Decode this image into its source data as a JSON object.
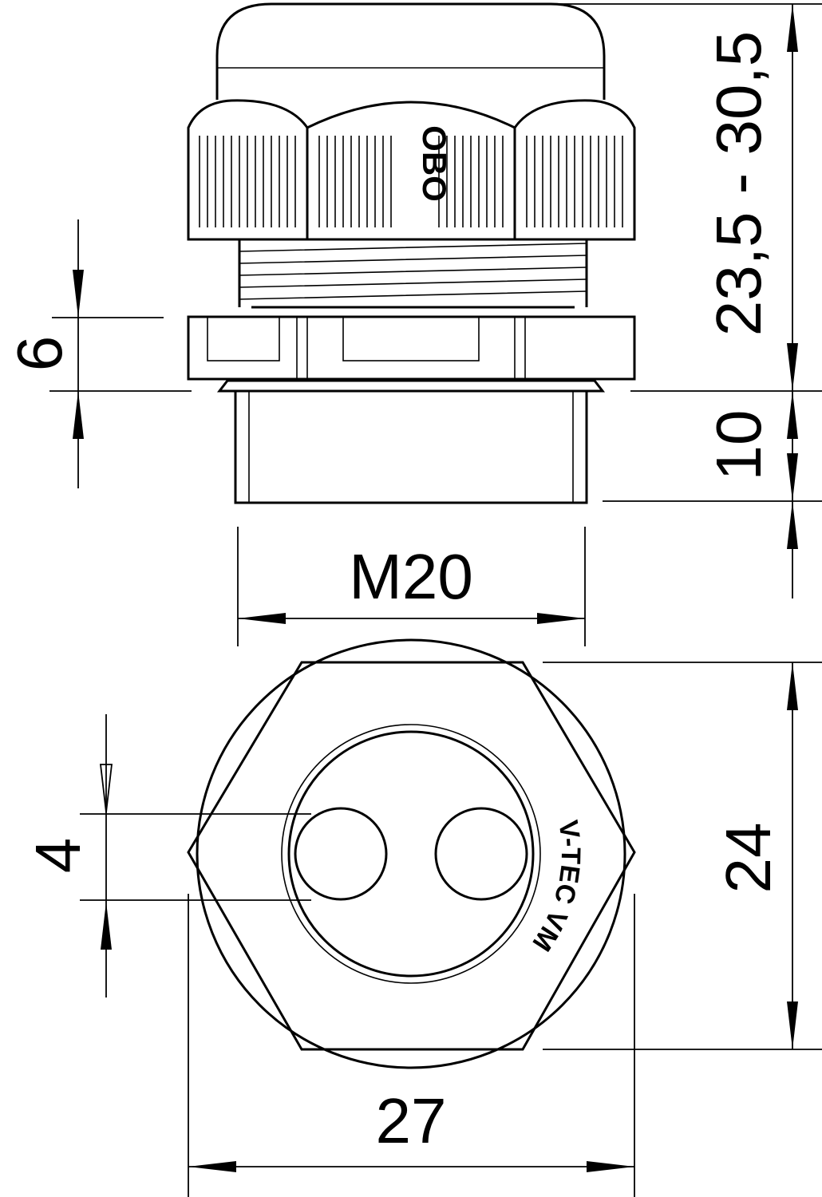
{
  "drawing": {
    "side_view": {
      "height_range_label": "23,5 - 30,5",
      "thread_length_label": "10",
      "flange_height_label": "6",
      "thread_label": "M20",
      "cap_brand": "OBO"
    },
    "bottom_view": {
      "across_flats_label": "24",
      "hole_diameter_label": "4",
      "width_label": "27",
      "seal_marking": "V-TEC VM"
    },
    "colors": {
      "line": "#000000",
      "background": "#ffffff"
    }
  }
}
